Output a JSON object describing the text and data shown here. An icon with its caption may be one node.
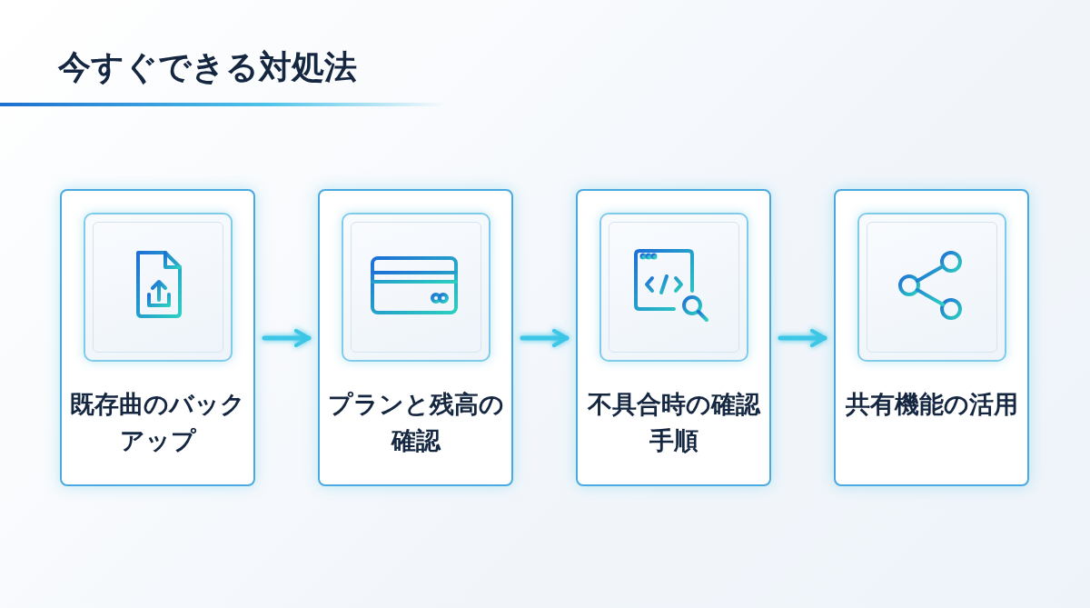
{
  "diagram": {
    "title": "今すぐできる対処法",
    "nodes": [
      {
        "text": [
          "既存曲のバックアップ"
        ]
      },
      {
        "text": [
          "プランと残高の確認"
        ]
      },
      {
        "text": [
          "不具合時の確認手順"
        ]
      },
      {
        "text": [
          "共有機能の活用"
        ]
      }
    ],
    "edges": [
      {
        "from": 0,
        "to": 1,
        "arrow": "to"
      },
      {
        "from": 1,
        "to": 2,
        "arrow": "to"
      },
      {
        "from": 2,
        "to": 3,
        "arrow": "to"
      }
    ]
  }
}
